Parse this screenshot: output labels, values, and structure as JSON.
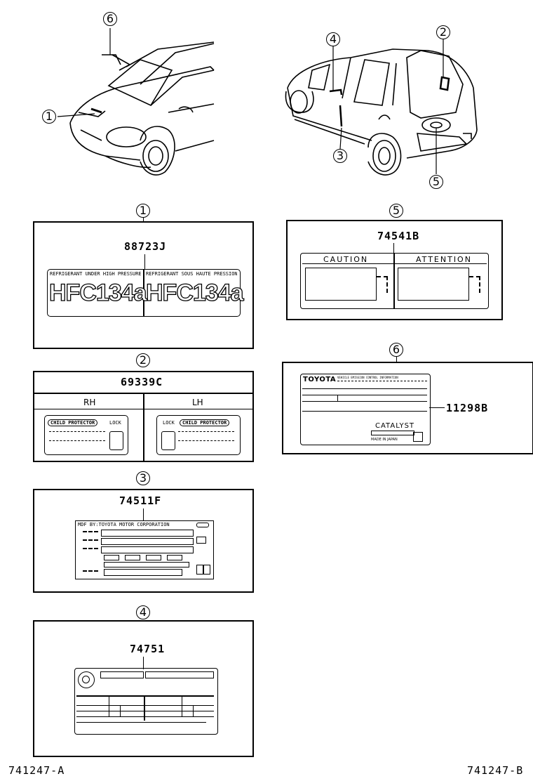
{
  "callouts": {
    "c1": "1",
    "c2": "2",
    "c3": "3",
    "c4": "4",
    "c5": "5",
    "c6": "6"
  },
  "labels": {
    "l1": {
      "part": "88723J",
      "warn_left": "REFRIGERANT UNDER HIGH PRESSURE",
      "warn_right": "REFRIGERANT SOUS HAUTE PRESSION",
      "big_left": "HFC134a",
      "big_right": "HFC134a"
    },
    "l2": {
      "part": "69339C",
      "rh": "RH",
      "lh": "LH",
      "badge": "CHILD PROTECTOR",
      "lock": "LOCK"
    },
    "l3": {
      "part": "74511F",
      "header": "MDF BY:TOYOTA MOTOR CORPORATION"
    },
    "l4": {
      "part": "74751"
    },
    "l5": {
      "part": "74541B",
      "caution": "CAUTION",
      "attention": "ATTENTION"
    },
    "l6": {
      "part": "11298B",
      "brand": "TOYOTA",
      "title": "VEHICLE EMISSION CONTROL INFORMATION",
      "catalyst": "CATALYST",
      "maker": "MADE IN JAPAN"
    }
  },
  "footer": {
    "left": "741247-A",
    "right": "741247-B"
  }
}
